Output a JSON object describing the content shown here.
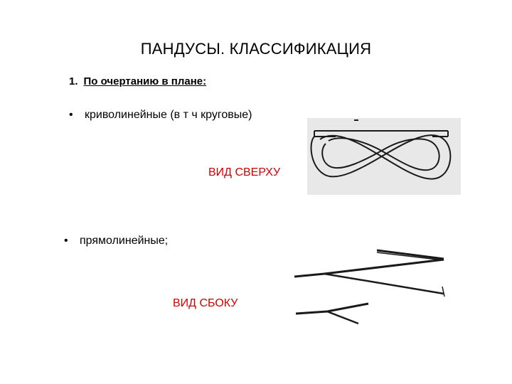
{
  "slide": {
    "title": "ПАНДУСЫ. КЛАССИФИКАЦИЯ",
    "heading": {
      "number": "1.",
      "text": "По очертанию в плане:"
    },
    "bullets": [
      {
        "marker": "•",
        "text": "криволинейные (в т ч круговые)"
      },
      {
        "marker": "•",
        "text": "прямолинейные;"
      }
    ],
    "captions": [
      "ВИД СВЕРХУ",
      "ВИД СБОКУ"
    ]
  },
  "colors": {
    "caption": "#d40000",
    "figure_background": "#e8e8e8",
    "line": "#1a1a1a"
  },
  "icons": {
    "figure1": "figure-eight-ramp-plan-drawing",
    "figure2": "straight-ramp-lines-drawing"
  }
}
